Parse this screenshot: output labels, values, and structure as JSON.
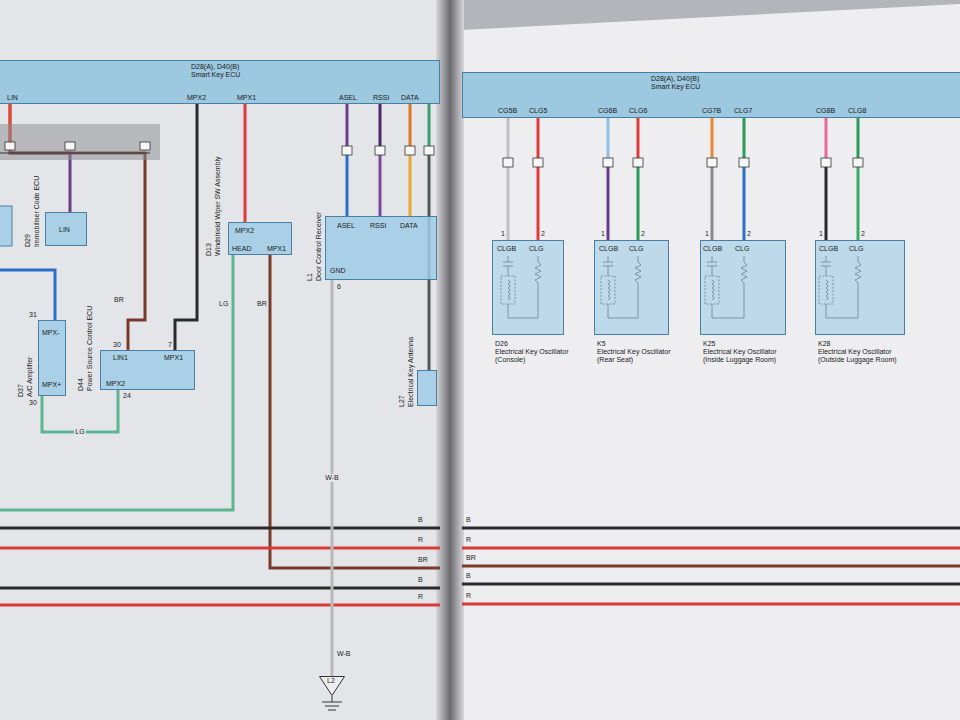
{
  "diagram": {
    "nodes": [
      {
        "text": [
          "D28(A), D40(B)",
          "Smart Key ECU",
          "LIN",
          "MPX2",
          "MPX1",
          "ASEL",
          "RSSI",
          "DATA"
        ]
      },
      {
        "text": [
          "D29",
          "Immobiliser Code ECU",
          "LIN"
        ]
      },
      {
        "text": [
          "D37",
          "A/C Amplifier",
          "MPX-",
          "MPX+"
        ]
      },
      {
        "text": [
          "D44",
          "Power Source Control ECU",
          "LIN1",
          "MPX1",
          "MPX2"
        ]
      },
      {
        "text": [
          "D13",
          "Windshield Wiper SW Assembly",
          "MPX2",
          "HEAD",
          "MPX1"
        ]
      },
      {
        "text": [
          "L1",
          "Door Control Receiver",
          "ASEL",
          "RSSI",
          "DATA",
          "GND"
        ]
      },
      {
        "text": [
          "L27",
          "Electrical Key Antenna"
        ]
      },
      {
        "text": [
          "D28(A), D40(B)",
          "Smart Key ECU",
          "CG5B",
          "CLG5",
          "CG6B",
          "CLG6",
          "CG7B",
          "CLG7",
          "CG8B",
          "CLG8"
        ]
      },
      {
        "text": [
          "D26",
          "Electrical Key Oscillator (Console)",
          "CLGB",
          "CLG"
        ]
      },
      {
        "text": [
          "K5",
          "Electrical Key Oscillator (Rear Seat)",
          "CLGB",
          "CLG"
        ]
      },
      {
        "text": [
          "K25",
          "Electrical Key Oscillator (Inside Luggage Room)",
          "CLGB",
          "CLG"
        ]
      },
      {
        "text": [
          "K28",
          "Electrical Key Oscillator (Outside Luggage Room)",
          "CLGB",
          "CLG"
        ]
      },
      {
        "text": [
          "L2"
        ]
      }
    ],
    "edges": [
      {
        "from": 0,
        "to": 1,
        "arrow": "none"
      },
      {
        "from": 0,
        "to": 3,
        "arrow": "none"
      },
      {
        "from": 0,
        "to": 3,
        "arrow": "none"
      },
      {
        "from": 0,
        "to": 4,
        "arrow": "none"
      },
      {
        "from": 3,
        "to": 2,
        "label": "LG",
        "arrow": "none"
      },
      {
        "from": 0,
        "to": 5,
        "arrow": "none"
      },
      {
        "from": 0,
        "to": 5,
        "arrow": "none"
      },
      {
        "from": 0,
        "to": 5,
        "arrow": "none"
      },
      {
        "from": 0,
        "to": 6,
        "arrow": "none"
      },
      {
        "from": 5,
        "to": 12,
        "label": "W-B",
        "arrow": "none"
      },
      {
        "from": 7,
        "to": 8,
        "arrow": "none"
      },
      {
        "from": 7,
        "to": 8,
        "arrow": "none"
      },
      {
        "from": 7,
        "to": 9,
        "arrow": "none"
      },
      {
        "from": 7,
        "to": 9,
        "arrow": "none"
      },
      {
        "from": 7,
        "to": 10,
        "arrow": "none"
      },
      {
        "from": 7,
        "to": 10,
        "arrow": "none"
      },
      {
        "from": 7,
        "to": 11,
        "arrow": "none"
      },
      {
        "from": 7,
        "to": 11,
        "arrow": "none"
      }
    ],
    "labels": [
      "30",
      "7",
      "24",
      "31",
      "30",
      "BR",
      "LG",
      "BR",
      "W-B",
      "6",
      "B",
      "R",
      "BR",
      "B",
      "R",
      "B",
      "R",
      "BR",
      "B",
      "R",
      "1",
      "2",
      "1",
      "2",
      "1",
      "2",
      "1",
      "2"
    ]
  }
}
